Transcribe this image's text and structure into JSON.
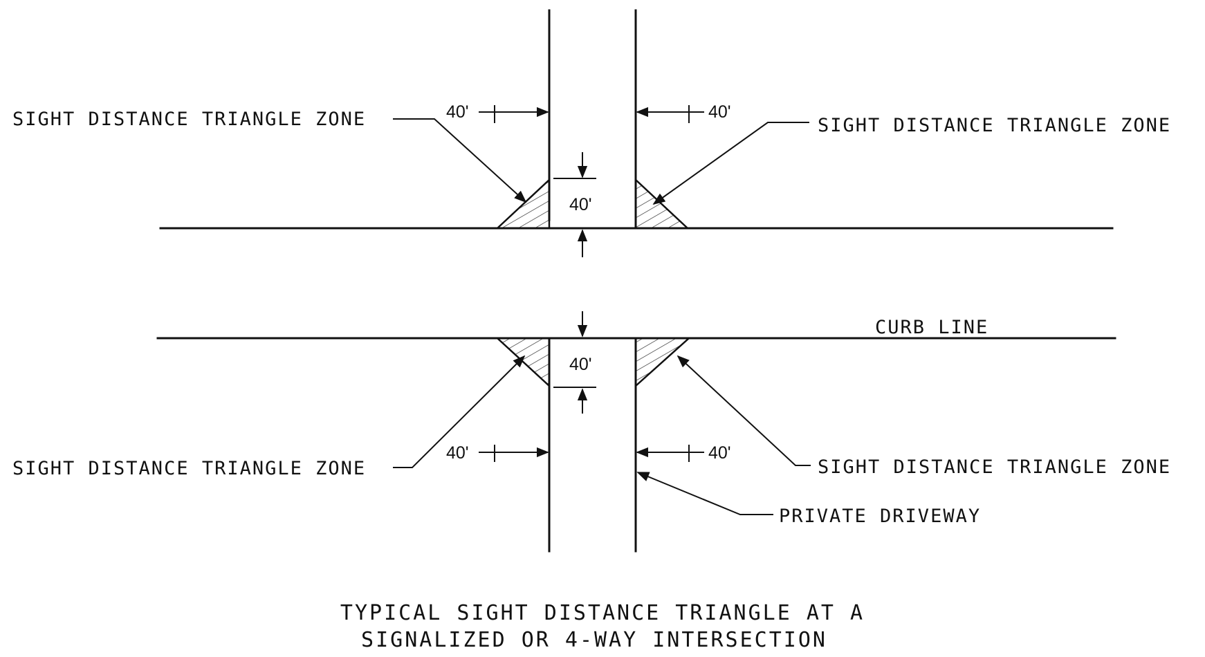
{
  "labels": {
    "zone_top_left": "SIGHT DISTANCE TRIANGLE ZONE",
    "zone_top_right": "SIGHT DISTANCE TRIANGLE ZONE",
    "zone_bottom_left": "SIGHT DISTANCE TRIANGLE ZONE",
    "zone_bottom_right": "SIGHT DISTANCE TRIANGLE ZONE",
    "curb_line": "CURB LINE",
    "private_driveway": "PRIVATE DRIVEWAY"
  },
  "dimensions": {
    "top_left_horizontal": "40'",
    "top_right_horizontal": "40'",
    "top_vertical": "40'",
    "bottom_vertical": "40'",
    "bottom_left_horizontal": "40'",
    "bottom_right_horizontal": "40'"
  },
  "title": {
    "line1": "TYPICAL SIGHT DISTANCE TRIANGLE AT A",
    "line2": "SIGNALIZED OR 4-WAY INTERSECTION"
  }
}
